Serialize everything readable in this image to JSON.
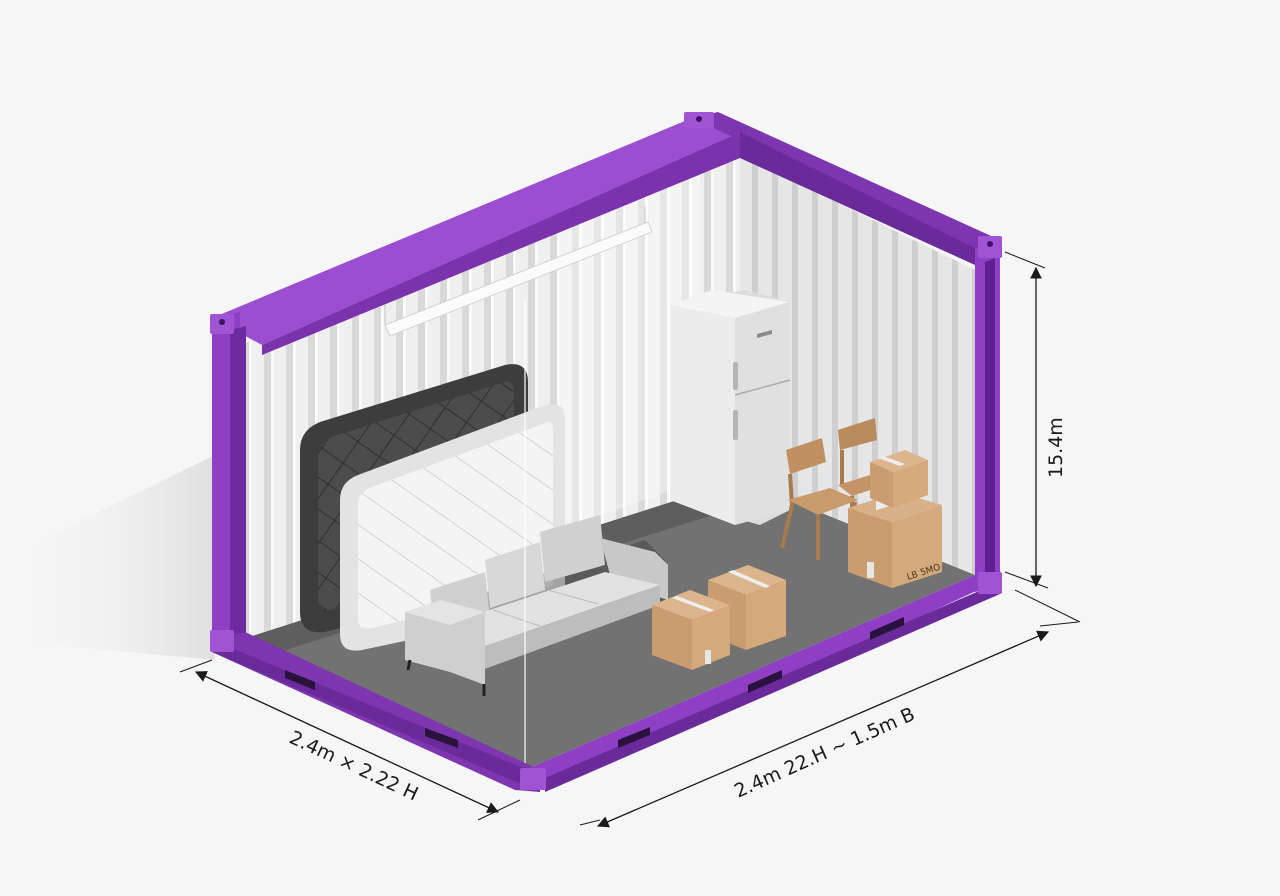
{
  "diagram": {
    "subject": "Storage container with furniture (isometric cutaway)",
    "colors": {
      "background": "#f6f6f6",
      "frame_purple": "#8e3fc4",
      "frame_purple_light": "#a054d4",
      "frame_purple_dark": "#5e1f8f",
      "wall_white": "#eeeeee",
      "wall_rib": "#d6d6d6",
      "floor_gray": "#6f6f6f",
      "floor_gray_light": "#8a8a8a",
      "cardboard": "#cfa57a",
      "cardboard_dark": "#b98c60",
      "wood": "#b98a5c",
      "fridge": "#e9e9e9",
      "sofa": "#d4d4d4",
      "mattress_dark": "#4a4a4a",
      "mattress_light": "#f2f2f2",
      "dimension_line": "#1a1a1a"
    },
    "dimensions": {
      "front_width_label": "2.4m × 2.22 H",
      "side_length_label": "2.4m 22.H ~ 1.5m B",
      "height_label": "15.4m"
    },
    "contents": [
      {
        "item": "refrigerator",
        "label": "Refrigerator"
      },
      {
        "item": "mattress-dark",
        "label": "Dark mattress"
      },
      {
        "item": "mattress-white",
        "label": "White mattress"
      },
      {
        "item": "sofa",
        "label": "Three-seat sofa"
      },
      {
        "item": "chair",
        "label": "Wooden chair",
        "count": 2
      },
      {
        "item": "box",
        "label": "Cardboard box",
        "count": 4
      },
      {
        "item": "light-fixture",
        "label": "Ceiling strip light"
      }
    ],
    "box_stamp": "LB 5MO"
  }
}
